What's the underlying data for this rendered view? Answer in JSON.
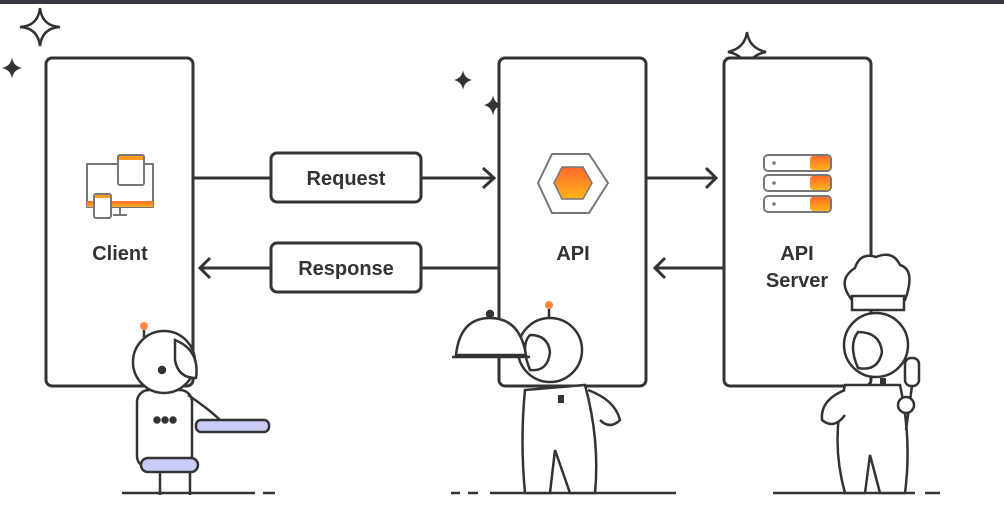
{
  "nodes": {
    "client": {
      "label": "Client",
      "icon": "devices-icon"
    },
    "api": {
      "label": "API",
      "icon": "hexagon-icon"
    },
    "server": {
      "label_line1": "API",
      "label_line2": "Server",
      "icon": "server-stack-icon"
    }
  },
  "edges": {
    "request": {
      "label": "Request",
      "from": "Client",
      "to": "API"
    },
    "response": {
      "label": "Response",
      "from": "API",
      "to": "Client"
    }
  },
  "colors": {
    "stroke": "#333333",
    "accent": "#ff8a1f",
    "accent_light": "#ffb020",
    "keyboard": "#c9cdf5",
    "topbar": "#3b3443"
  }
}
